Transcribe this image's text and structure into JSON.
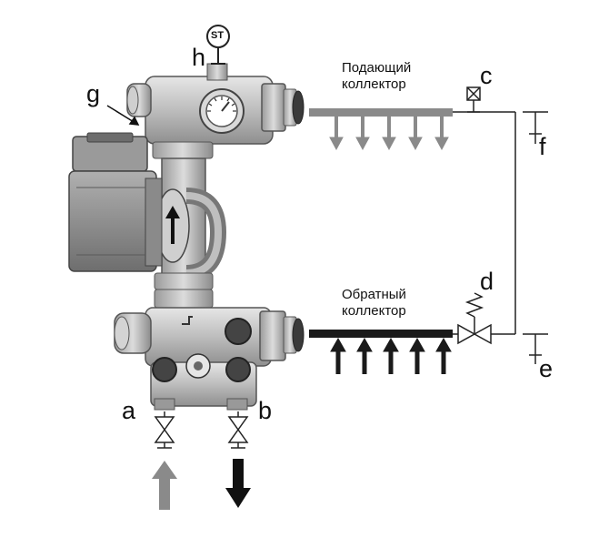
{
  "labels": {
    "a": "a",
    "b": "b",
    "c": "c",
    "d": "d",
    "e": "e",
    "f": "f",
    "g": "g",
    "h": "h"
  },
  "sensor": "ST",
  "supply_manifold": {
    "line1": "Подающий",
    "line2": "коллектор"
  },
  "return_manifold": {
    "line1": "Обратный",
    "line2": "коллектор"
  },
  "colors": {
    "supply": "#8a8a8a",
    "return": "#1a1a1a",
    "metal": "#bcbcbc",
    "pump": "#8e8e8e",
    "line": "#222222"
  }
}
